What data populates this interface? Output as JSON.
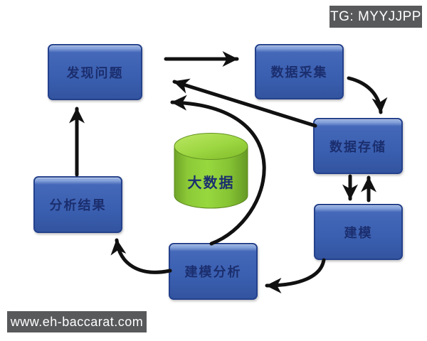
{
  "overlays": {
    "tg_badge": "TG: MYYJJPP",
    "watermark": "www.eh-baccarat.com"
  },
  "diagram": {
    "nodes": [
      {
        "id": "discover",
        "label": "发现问题",
        "shape": "box"
      },
      {
        "id": "collect",
        "label": "数据采集",
        "shape": "box"
      },
      {
        "id": "store",
        "label": "数据存储",
        "shape": "box"
      },
      {
        "id": "model",
        "label": "建模",
        "shape": "box"
      },
      {
        "id": "analysis",
        "label": "建模分析",
        "shape": "box"
      },
      {
        "id": "result",
        "label": "分析结果",
        "shape": "box"
      },
      {
        "id": "bigdata",
        "label": "大数据",
        "shape": "cylinder"
      }
    ],
    "edges": [
      {
        "from": "发现问题",
        "to": "数据采集",
        "style": "straight"
      },
      {
        "from": "数据采集",
        "to": "数据存储",
        "style": "curved"
      },
      {
        "from": "数据存储",
        "to": "发现问题",
        "style": "straight"
      },
      {
        "from": "数据存储",
        "to": "建模",
        "style": "straight"
      },
      {
        "from": "建模",
        "to": "数据存储",
        "style": "straight"
      },
      {
        "from": "建模",
        "to": "建模分析",
        "style": "curved"
      },
      {
        "from": "建模分析",
        "to": "分析结果",
        "style": "curved"
      },
      {
        "from": "建模分析",
        "to": "发现问题",
        "style": "curved-around-cylinder"
      },
      {
        "from": "分析结果",
        "to": "发现问题",
        "style": "straight"
      }
    ],
    "colors": {
      "node_fill": "#3a5fb0",
      "node_border": "#24418c",
      "node_text": "#1b2e6e",
      "cylinder_fill": "#8fc832",
      "arrow": "#111111",
      "badge_bg": "#58595b",
      "badge_text": "#ffffff",
      "background": "#ffffff"
    }
  }
}
